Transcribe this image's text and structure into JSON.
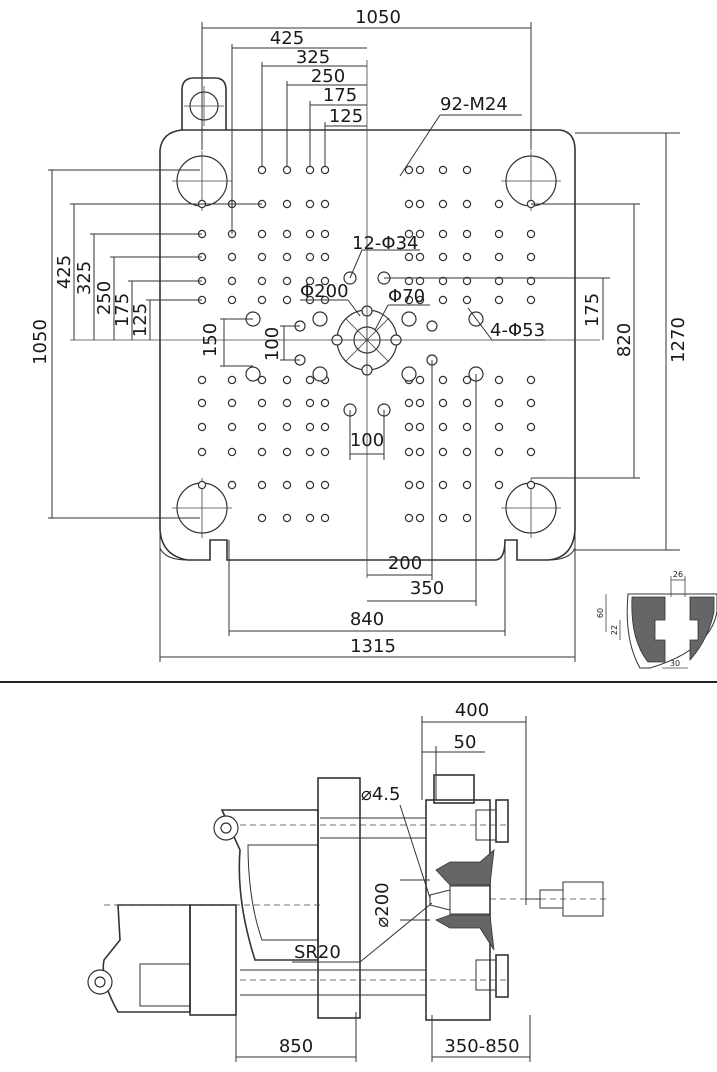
{
  "platen": {
    "dims": {
      "top_1050": "1050",
      "top_425": "425",
      "top_325": "325",
      "top_250": "250",
      "top_175": "175",
      "top_125": "125",
      "left_1050": "1050",
      "left_425": "425",
      "left_325": "325",
      "left_250": "250",
      "left_175": "175",
      "left_125": "125",
      "left_150": "150",
      "left_100": "100",
      "right_175": "175",
      "right_820": "820",
      "right_1270": "1270",
      "bottom_100": "100",
      "bottom_200": "200",
      "bottom_350": "350",
      "bottom_840": "840",
      "bottom_1315": "1315"
    },
    "callouts": {
      "m24": "92-M24",
      "phi34": "12-Φ34",
      "phi200": "Φ200",
      "phi70": "Φ70",
      "phi53": "4-Φ53"
    }
  },
  "detail": {
    "w26": "26",
    "h60": "60",
    "h22": "22",
    "w30": "30"
  },
  "side": {
    "dim_400": "400",
    "dim_50": "50",
    "nozzle_dia": "⌀4.5",
    "nozzle_200": "⌀200",
    "sr20": "SR20",
    "dim_850": "850",
    "dim_350_850": "350-850"
  }
}
